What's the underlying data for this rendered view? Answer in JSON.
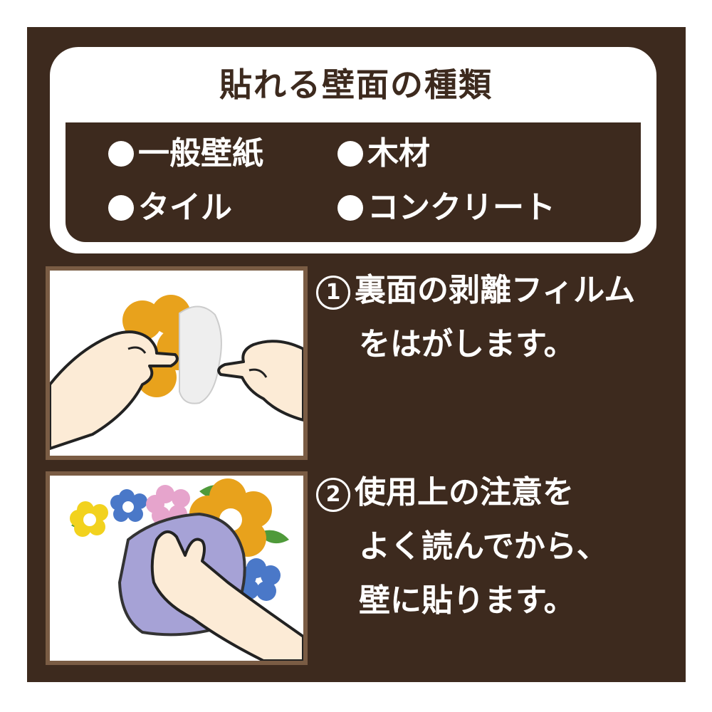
{
  "info": {
    "title": "貼れる壁面の種類",
    "surfaces": [
      "一般壁紙",
      "木材",
      "タイル",
      "コンクリート"
    ]
  },
  "steps": [
    {
      "number": "1",
      "lines": [
        "裏面の剥離フィルム",
        "をはがします。"
      ]
    },
    {
      "number": "2",
      "lines": [
        "使用上の注意を",
        "よく読んでから、",
        "壁に貼ります。"
      ]
    }
  ],
  "colors": {
    "background": "#3d2a1e",
    "frame": "#7a5c44",
    "card": "#ffffff",
    "flower_orange": "#e8a21c",
    "flower_yellow": "#f2d21e",
    "flower_blue": "#4a78c8",
    "flower_pink": "#e6a4cc",
    "leaf_green": "#4f9a3a",
    "cloth_lavender": "#a6a2d6",
    "skin": "#fcebd6"
  }
}
